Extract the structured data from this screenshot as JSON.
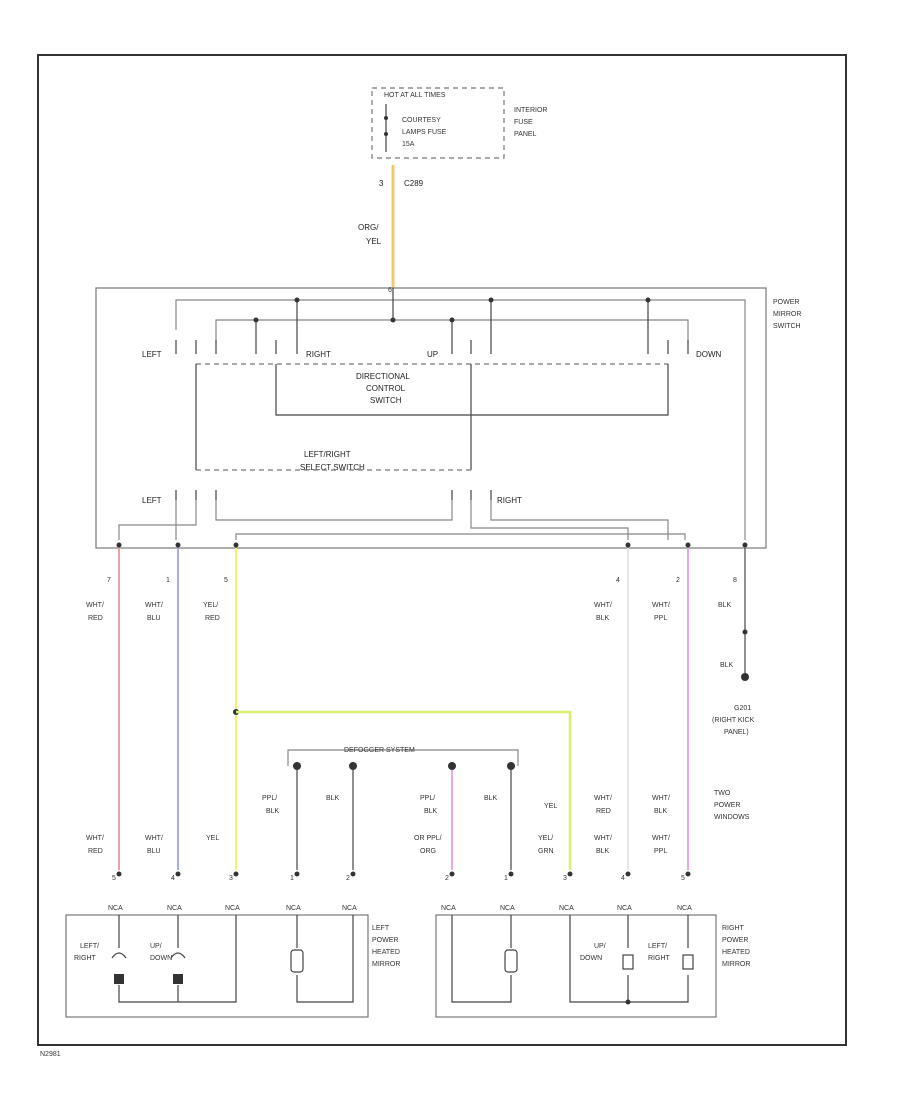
{
  "fuse_panel": {
    "header": "HOT AT ALL TIMES",
    "fuse_line1": "COURTESY",
    "fuse_line2": "LAMPS FUSE",
    "fuse_line3": "15A",
    "panel_line1": "INTERIOR",
    "panel_line2": "FUSE",
    "panel_line3": "PANEL",
    "out_pin": "3",
    "out_conn": "C289",
    "out_wire_line1": "ORG/",
    "out_wire_line2": "YEL"
  },
  "mirror_switch": {
    "title_line1": "POWER",
    "title_line2": "MIRROR",
    "title_line3": "SWITCH",
    "left": "LEFT",
    "right": "RIGHT",
    "up": "UP",
    "down": "DOWN",
    "dir_line1": "DIRECTIONAL",
    "dir_line2": "CONTROL",
    "dir_line3": "SWITCH",
    "sel_line1": "LEFT/RIGHT",
    "sel_line2": "SELECT SWITCH",
    "sel_left": "LEFT",
    "sel_right": "RIGHT",
    "pin_top": "6"
  },
  "switch_pins": [
    "7",
    "1",
    "5",
    "4",
    "2",
    "8"
  ],
  "switch_wires": [
    {
      "l1": "WHT/",
      "l2": "RED"
    },
    {
      "l1": "WHT/",
      "l2": "BLU"
    },
    {
      "l1": "YEL/",
      "l2": "RED"
    },
    {
      "l1": "WHT/",
      "l2": "BLK"
    },
    {
      "l1": "WHT/",
      "l2": "PPL"
    },
    {
      "l1": "BLK",
      "l2": ""
    }
  ],
  "ground": {
    "wire": "BLK",
    "id": "G201",
    "line1": "(RIGHT KICK",
    "line2": "PANEL)"
  },
  "defogger": "DEFOGGER SYSTEM",
  "two_power_windows": {
    "l1": "TWO",
    "l2": "POWER",
    "l3": "WINDOWS"
  },
  "mid_wires": [
    {
      "l1": "PPL/",
      "l2": "BLK"
    },
    {
      "l1": "BLK",
      "l2": ""
    },
    {
      "l1": "PPL/",
      "l2": "BLK"
    },
    {
      "l1": "BLK",
      "l2": ""
    },
    {
      "l1": "YEL",
      "l2": ""
    },
    {
      "l1": "WHT/",
      "l2": "RED"
    },
    {
      "l1": "WHT/",
      "l2": "BLK"
    }
  ],
  "mirror_wires": [
    {
      "l1": "WHT/",
      "l2": "RED"
    },
    {
      "l1": "WHT/",
      "l2": "BLU"
    },
    {
      "l1": "YEL",
      "l2": ""
    },
    {
      "l1": "",
      "l2": ""
    },
    {
      "l1": "",
      "l2": ""
    },
    {
      "l1": "OR PPL/",
      "l2": "ORG"
    },
    {
      "l1": "",
      "l2": ""
    },
    {
      "l1": "YEL/",
      "l2": "GRN"
    },
    {
      "l1": "WHT/",
      "l2": "BLK"
    },
    {
      "l1": "WHT/",
      "l2": "PPL"
    }
  ],
  "mirror_pins": [
    "5",
    "4",
    "3",
    "1",
    "2",
    "2",
    "1",
    "3",
    "4",
    "5"
  ],
  "nca": "NCA",
  "left_mirror": {
    "l1": "LEFT",
    "l2": "POWER",
    "l3": "HEATED",
    "l4": "MIRROR",
    "motor1_l1": "LEFT/",
    "motor1_l2": "RIGHT",
    "motor2_l1": "UP/",
    "motor2_l2": "DOWN"
  },
  "right_mirror": {
    "l1": "RIGHT",
    "l2": "POWER",
    "l3": "HEATED",
    "l4": "MIRROR",
    "motor1_l1": "UP/",
    "motor1_l2": "DOWN",
    "motor2_l1": "LEFT/",
    "motor2_l2": "RIGHT"
  },
  "diagram_code": "N2981",
  "colors": {
    "orange_yellow": "#f5c870",
    "red": "#f0a0a0",
    "blue": "#a8a8f0",
    "yellow": "#f4f46a",
    "yellow_green": "#d8f070",
    "purple": "#e8a8e8",
    "white_wire": "#e6e6e6"
  }
}
